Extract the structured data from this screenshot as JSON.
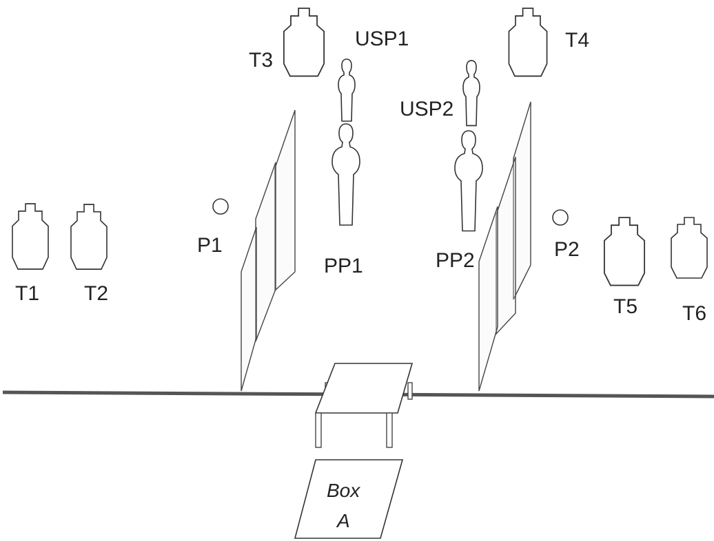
{
  "targets": {
    "t1": "T1",
    "t2": "T2",
    "t3": "T3",
    "t4": "T4",
    "t5": "T5",
    "t6": "T6"
  },
  "no_shoots": {
    "usp1": "USP1",
    "usp2": "USP2",
    "pp1": "PP1",
    "pp2": "PP2"
  },
  "poppers": {
    "p1": "P1",
    "p2": "P2"
  },
  "start_box": {
    "line1": "Box",
    "line2": "A"
  }
}
